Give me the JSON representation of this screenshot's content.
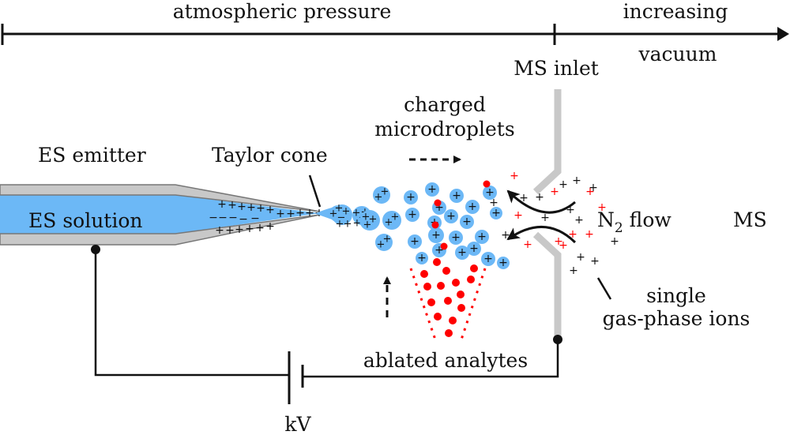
{
  "colors": {
    "solution": "#6cb8f6",
    "droplet": "#6cb8f6",
    "capillary": "#c8c8c8",
    "capillary_edge": "#777777",
    "inlet": "#c8c8c8",
    "analyte": "#ff0000",
    "ion_red": "#ff0000",
    "ion_black": "#111111",
    "line": "#111111"
  },
  "pressure_axis": {
    "left_label": "atmospheric pressure",
    "right_label_line1": "increasing",
    "right_label_line2": "vacuum"
  },
  "labels": {
    "ms_inlet": "MS inlet",
    "es_emitter": "ES emitter",
    "es_solution": "ES solution",
    "taylor_cone": "Taylor cone",
    "charged_line1": "charged",
    "charged_line2": "microdroplets",
    "n2_flow_main": "N",
    "n2_flow_sub": "2",
    "n2_flow_suffix": " flow",
    "ms": "MS",
    "single_line1": "single",
    "single_line2": "gas-phase ions",
    "ablated": "ablated analytes",
    "kv": "kV"
  },
  "symbols": {
    "plus": "+",
    "minus": "−"
  }
}
